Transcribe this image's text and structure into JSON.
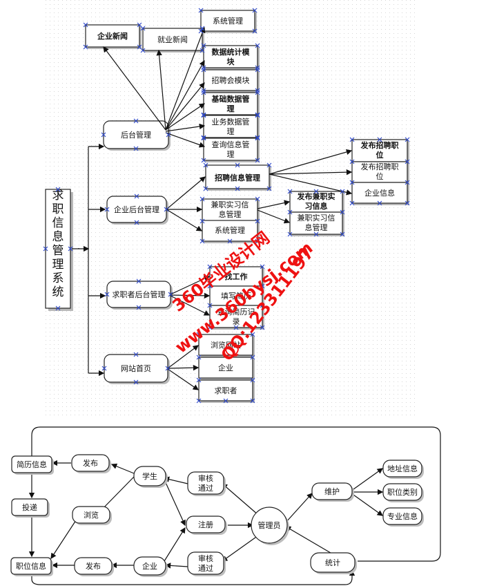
{
  "upper": {
    "root": "求职信息管理系统",
    "admin_backend": {
      "label": "后台管理",
      "children": [
        "企业新闻",
        "就业新闻",
        "系统管理",
        "数据统计模块",
        "招聘会模块",
        "基础数据管理",
        "业务数据管理",
        "查询信息管理"
      ]
    },
    "company_backend": {
      "label": "企业后台管理",
      "recruit_info": "招聘信息管理",
      "recruit_children": [
        "发布招聘职位",
        "发布招聘职位",
        "企业信息"
      ],
      "parttime_info": "兼职实习信息管理",
      "parttime_children": [
        "发布兼职实习信息",
        "兼职实习信息管理"
      ],
      "system": "系统管理"
    },
    "seeker_backend": {
      "label": "求职者后台管理",
      "children": [
        "找工作",
        "填写简历",
        "查询简历记录"
      ]
    },
    "homepage": {
      "label": "网站首页",
      "children": [
        "浏览网站",
        "企业",
        "求职者"
      ]
    }
  },
  "lower": {
    "nodes": {
      "resume": "简历信息",
      "publish_top": "发布",
      "student": "学生",
      "audit_top": "审核\n通过",
      "deliver": "投递",
      "browse": "浏览",
      "register": "注册",
      "admin": "管理员",
      "maintain": "维护",
      "address": "地址信息",
      "category": "职位类别",
      "major": "专业信息",
      "job": "职位信息",
      "publish_bottom": "发布",
      "company": "企业",
      "audit_bottom": "审核\n通过",
      "stats": "统计"
    }
  },
  "watermark": {
    "line1": "360毕业设计网",
    "line2": "www.360bysj.com",
    "line3": "QQ:123311197"
  }
}
